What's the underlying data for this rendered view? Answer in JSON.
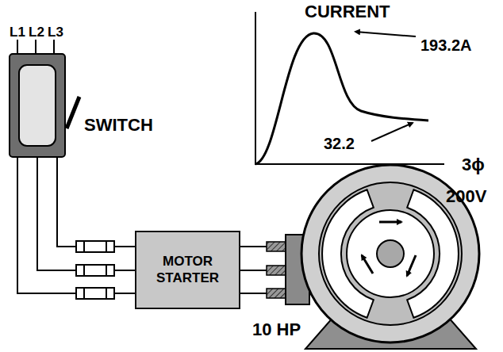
{
  "diagram": {
    "nodes": [
      {
        "text": [
          "MOTOR STARTER"
        ]
      }
    ],
    "labels": [
      "L1",
      "L2",
      "L3",
      "SWITCH",
      "CURRENT",
      "193.2A",
      "32.2",
      "3ϕ",
      "200V",
      "10 HP"
    ]
  }
}
